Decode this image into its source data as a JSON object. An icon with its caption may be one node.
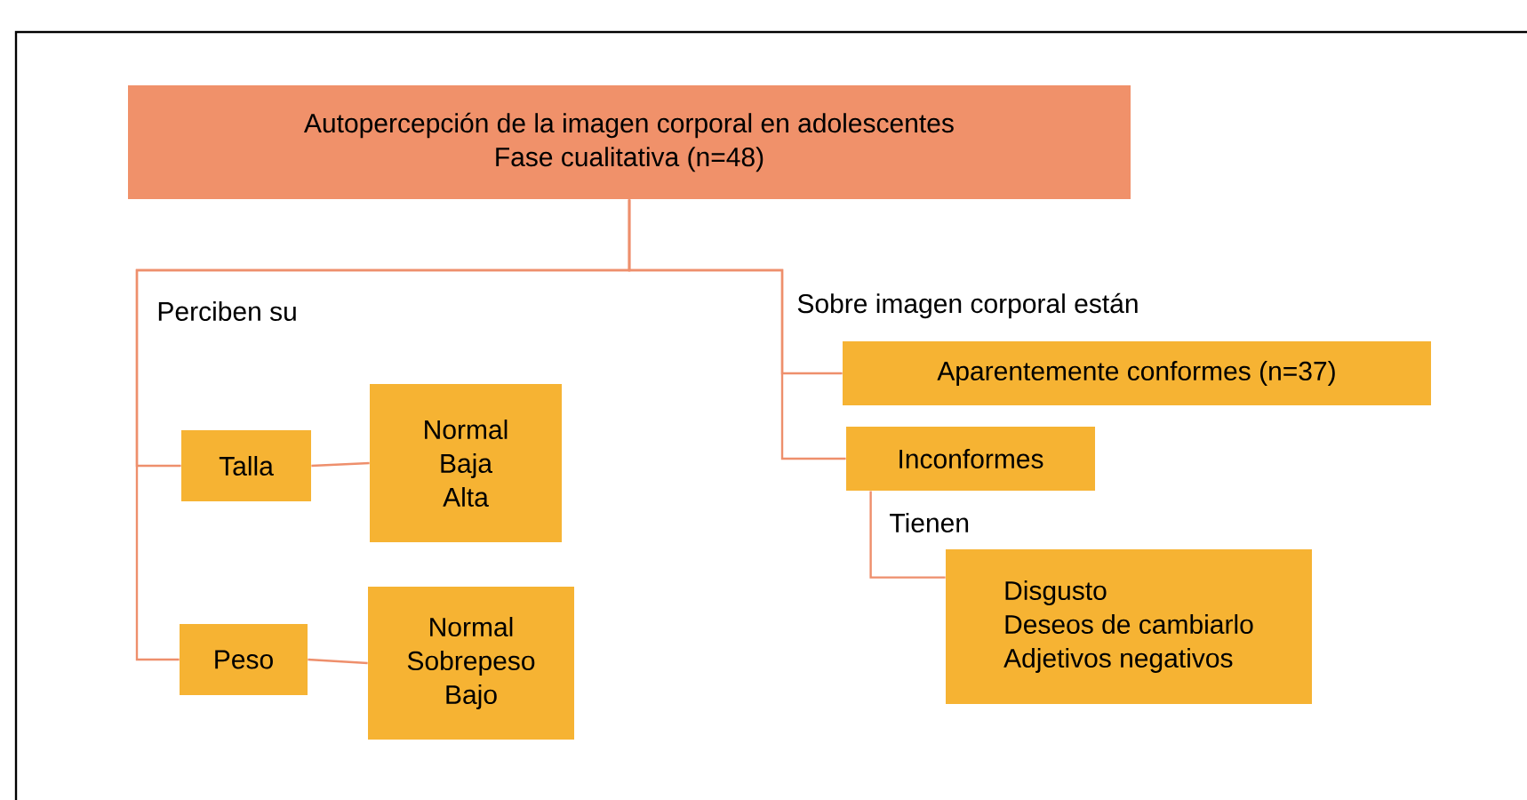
{
  "diagram": {
    "nodes": [
      {
        "text": [
          "Autopercepción de la imagen corporal en adolescentes",
          "Fase cualitativa (n=48)"
        ]
      },
      {
        "text": [
          "Talla"
        ]
      },
      {
        "text": [
          "Normal",
          "Baja",
          "Alta"
        ]
      },
      {
        "text": [
          "Peso"
        ]
      },
      {
        "text": [
          "Normal",
          "Sobrepeso",
          "Bajo"
        ]
      },
      {
        "text": [
          "Aparentemente conformes (n=37)"
        ]
      },
      {
        "text": [
          "Inconformes"
        ]
      },
      {
        "text": [
          "Disgusto",
          "Deseos de cambiarlo",
          "Adjetivos negativos"
        ]
      }
    ],
    "edges": [
      {
        "from": 0,
        "to": 1,
        "arrow": "none"
      },
      {
        "from": 0,
        "to": 3,
        "arrow": "none"
      },
      {
        "from": 1,
        "to": 2,
        "arrow": "none"
      },
      {
        "from": 3,
        "to": 4,
        "arrow": "none"
      },
      {
        "from": 0,
        "to": 5,
        "arrow": "none"
      },
      {
        "from": 0,
        "to": 6,
        "arrow": "none"
      },
      {
        "from": 6,
        "to": 7,
        "arrow": "none"
      }
    ],
    "labels": [
      "Perciben su",
      "Sobre imagen corporal están",
      "Tienen"
    ]
  }
}
